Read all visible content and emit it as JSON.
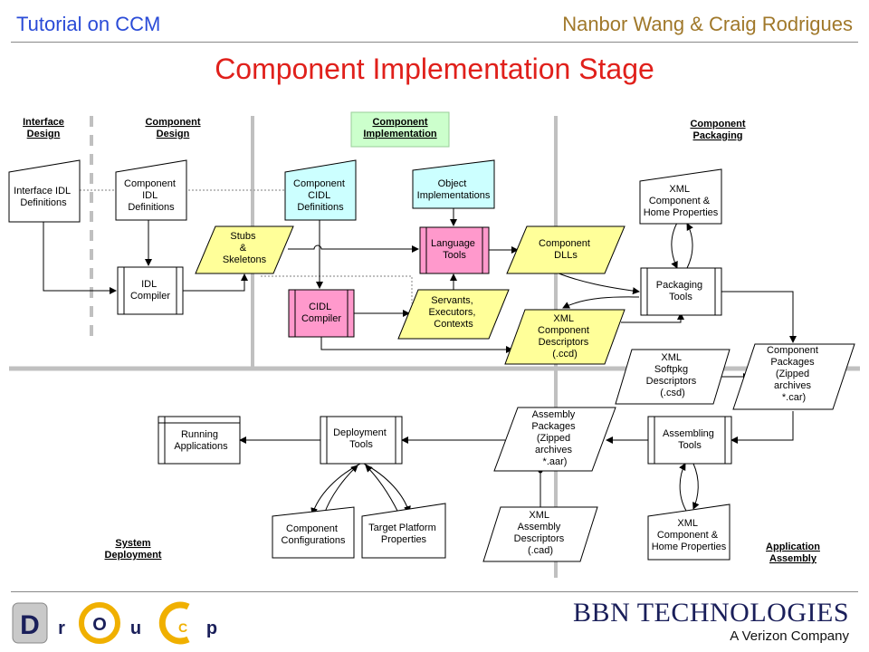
{
  "header": {
    "left": "Tutorial on CCM",
    "right": "Nanbor Wang & Craig Rodrigues"
  },
  "title": "Component Implementation Stage",
  "stages": {
    "interface_design": [
      "Interface",
      "Design"
    ],
    "component_design": [
      "Component",
      "Design"
    ],
    "component_implementation": [
      "Component",
      "Implementation"
    ],
    "component_packaging": [
      "Component",
      "Packaging"
    ],
    "system_deployment": [
      "System",
      "Deployment"
    ],
    "application_assembly": [
      "Application",
      "Assembly"
    ]
  },
  "nodes": {
    "interface_idl": [
      "Interface IDL",
      "Definitions"
    ],
    "component_idl": [
      "Component",
      "IDL",
      "Definitions"
    ],
    "component_cidl": [
      "Component",
      "CIDL",
      "Definitions"
    ],
    "object_impl": [
      "Object",
      "Implementations"
    ],
    "xml_comp_home_top": [
      "XML",
      "Component &",
      "Home Properties"
    ],
    "stubs": [
      "Stubs",
      "&",
      "Skeletons"
    ],
    "language_tools": [
      "Language",
      "Tools"
    ],
    "component_dlls": [
      "Component",
      "DLLs"
    ],
    "idl_compiler": [
      "IDL",
      "Compiler"
    ],
    "cidl_compiler": [
      "CIDL",
      "Compiler"
    ],
    "servants": [
      "Servants,",
      "Executors,",
      "Contexts"
    ],
    "xml_comp_desc": [
      "XML",
      "Component",
      "Descriptors",
      "(.ccd)"
    ],
    "packaging_tools": [
      "Packaging",
      "Tools"
    ],
    "xml_softpkg": [
      "XML",
      "Softpkg",
      "Descriptors",
      "(.csd)"
    ],
    "component_packages": [
      "Component",
      "Packages",
      "(Zipped",
      "archives",
      "*.car)"
    ],
    "running_apps": [
      "Running",
      "Applications"
    ],
    "deployment_tools": [
      "Deployment",
      "Tools"
    ],
    "assembly_packages": [
      "Assembly",
      "Packages",
      "(Zipped",
      "archives",
      "*.aar)"
    ],
    "assembling_tools": [
      "Assembling",
      "Tools"
    ],
    "xml_assembly_desc": [
      "XML",
      "Assembly",
      "Descriptors",
      "(.cad)"
    ],
    "xml_comp_home_bottom": [
      "XML",
      "Component &",
      "Home Properties"
    ],
    "component_configs": [
      "Component",
      "Configurations"
    ],
    "target_platform": [
      "Target Platform",
      "Properties"
    ]
  },
  "footer": {
    "logo_letters": [
      "D",
      "r",
      "O",
      "u",
      "C",
      "p"
    ],
    "company": "BBN TECHNOLOGIES",
    "tagline": "A Verizon Company"
  },
  "colors": {
    "yellow": "#ffff99",
    "pink": "#ff99cc",
    "cyan": "#ccffff",
    "highlight_bg": "#ccffcc",
    "title_red": "#e0201b",
    "header_blue": "#2a4bd7",
    "header_gold": "#a0782a",
    "separator_gray": "#c0c0c0"
  }
}
